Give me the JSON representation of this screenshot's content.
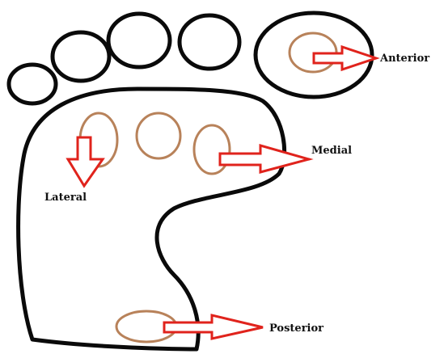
{
  "colors": {
    "outline": "#0a0a0a",
    "pressure_point": "#b8825a",
    "arrow": "#e0231c",
    "background": "#ffffff"
  },
  "labels": {
    "anterior": "Anterior",
    "medial": "Medial",
    "lateral": "Lateral",
    "posterior": "Posterior"
  }
}
